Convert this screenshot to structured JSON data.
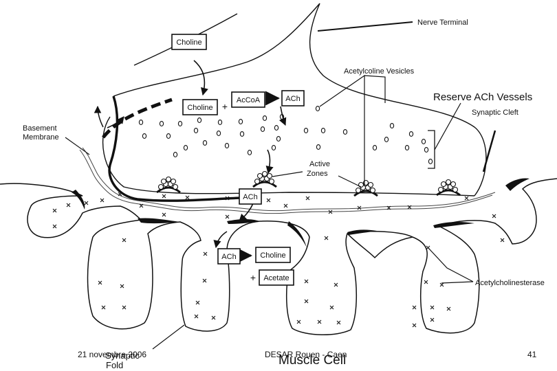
{
  "labels": {
    "nerve_terminal": "Nerve Terminal",
    "acetylcholine_vesicles": "Acetylcoline Vesicles",
    "reserve_vessels": "Reserve ACh Vessels",
    "synaptic_cleft": "Synaptic Cleft",
    "basement_membrane_1": "Basement",
    "basement_membrane_2": "Membrane",
    "active_zones_1": "Active",
    "active_zones_2": "Zones",
    "acetylcholinesterase": "Acetylcholinesterase",
    "synaptic_fold_1": "Synaptic",
    "synaptic_fold_2": "Fold",
    "muscle_cell": "Muscle Cell"
  },
  "boxes": {
    "choline_top": "Choline",
    "choline_mid": "Choline",
    "accoa": "AcCoA",
    "ach_top": "ACh",
    "ach_cleft": "ACh",
    "ach_bottom": "ACh",
    "choline_bottom": "Choline",
    "acetate": "Acetate"
  },
  "operators": {
    "plus_top": "+",
    "plus_bottom": "+"
  },
  "footer": {
    "date": "21 novembre 2006",
    "center": "DESAR Rouen - Caen",
    "page": "41"
  }
}
